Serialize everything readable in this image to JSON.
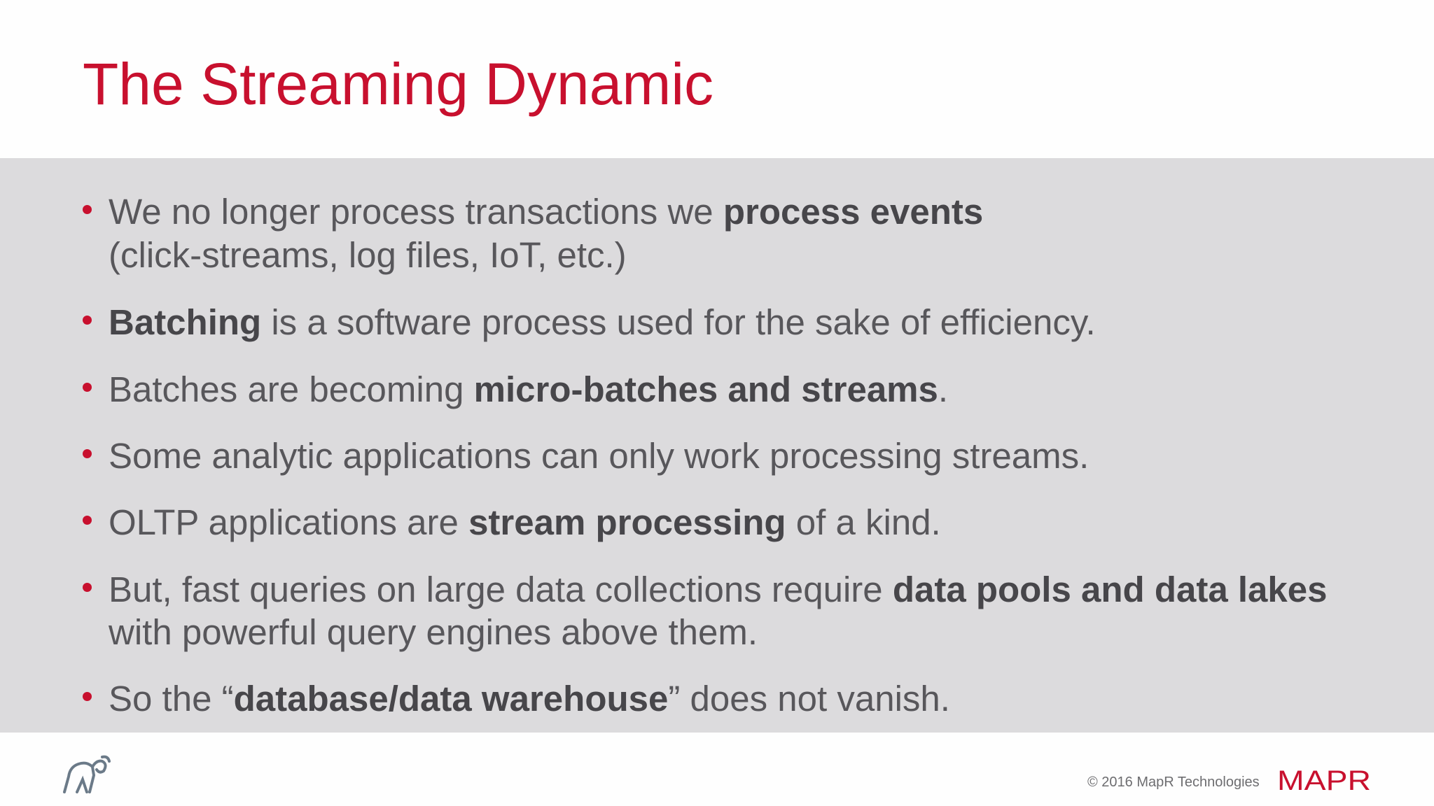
{
  "title": "The Streaming Dynamic",
  "bullets": [
    {
      "lines": [
        [
          "We no longer process transactions we ",
          "process events",
          ""
        ],
        [
          "(click-streams, log files, IoT, etc.)",
          "",
          ""
        ]
      ]
    },
    {
      "lines": [
        [
          "",
          "Batching",
          " is a software process used for the sake of efficiency."
        ]
      ]
    },
    {
      "lines": [
        [
          "Batches are becoming ",
          "micro-batches and streams",
          "."
        ]
      ]
    },
    {
      "lines": [
        [
          "Some analytic applications can only work processing streams.",
          "",
          ""
        ]
      ]
    },
    {
      "lines": [
        [
          "OLTP applications are ",
          "stream processing",
          " of a kind."
        ]
      ]
    },
    {
      "lines": [
        [
          "But, fast queries on large data collections require ",
          "data pools and data lakes",
          ""
        ],
        [
          "with powerful query engines above them.",
          "",
          ""
        ]
      ]
    },
    {
      "lines": [
        [
          "So the “",
          "database/data warehouse",
          "” does not vanish."
        ]
      ]
    }
  ],
  "footer": {
    "copyright": "© 2016 MapR Technologies",
    "logo_text": "MAPR",
    "elephant_icon": "elephant-logo-icon"
  },
  "colors": {
    "accent": "#c8102e",
    "band": "#dcdbdd",
    "text": "#58575b"
  }
}
